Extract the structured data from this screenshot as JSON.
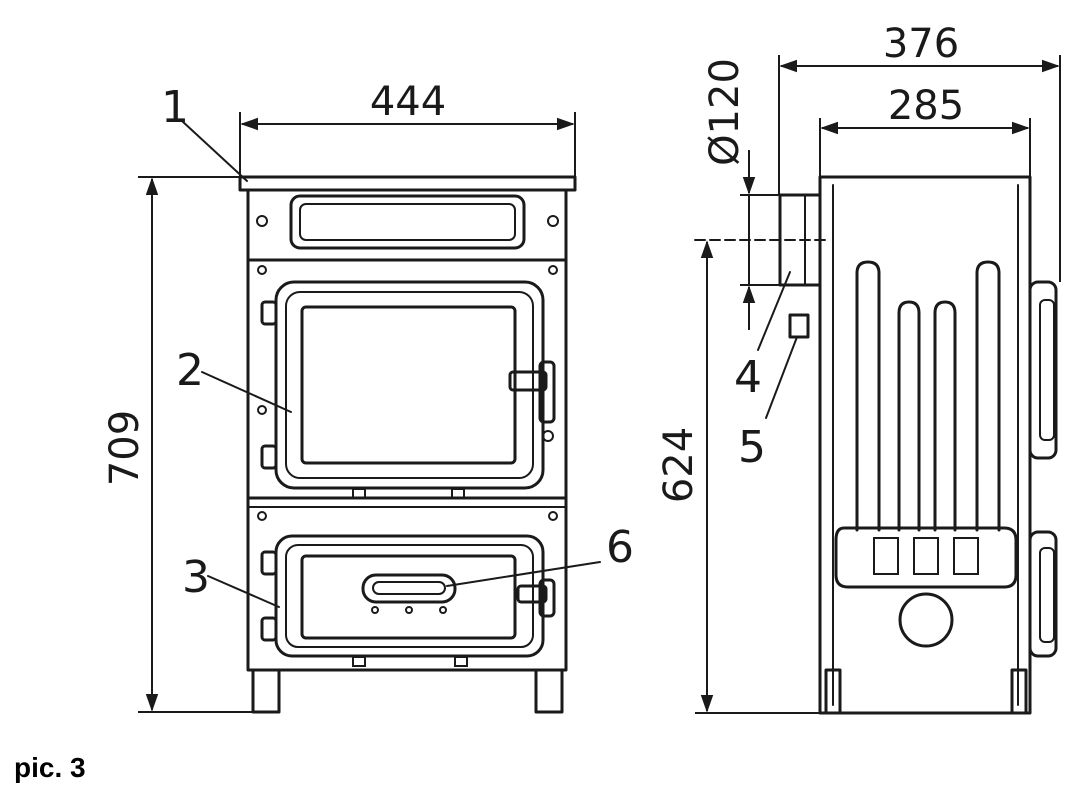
{
  "dimensions": {
    "front_width": "444",
    "front_height": "709",
    "side_depth": "376",
    "side_body_depth": "285",
    "flue_diameter": "Ø120",
    "flue_height": "624"
  },
  "labels": [
    "1",
    "2",
    "3",
    "4",
    "5",
    "6"
  ],
  "caption": "pic. 3"
}
